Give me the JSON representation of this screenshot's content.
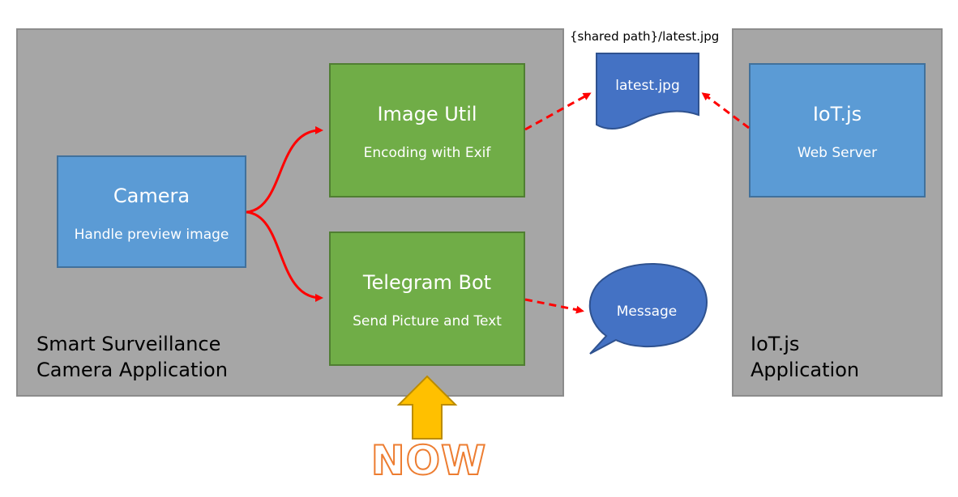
{
  "app_container": {
    "label_line1": "Smart Surveillance",
    "label_line2": "Camera Application"
  },
  "iot_container": {
    "label_line1": "IoT.js",
    "label_line2": "Application"
  },
  "camera": {
    "title": "Camera",
    "subtitle": "Handle preview image"
  },
  "image_util": {
    "title": "Image Util",
    "subtitle": "Encoding with Exif"
  },
  "telegram_bot": {
    "title": "Telegram Bot",
    "subtitle": "Send Picture and Text"
  },
  "iotjs_server": {
    "title": "IoT.js",
    "subtitle": "Web Server"
  },
  "shared_file": {
    "path_label": "{shared path}/latest.jpg",
    "name": "latest.jpg"
  },
  "message": {
    "label": "Message"
  },
  "now_marker": {
    "label": "NOW"
  },
  "colors": {
    "container": "#a6a6a6",
    "blue_box": "#5b9bd5",
    "green_box": "#70ad47",
    "document": "#4472c4",
    "arrow": "#ff0000",
    "now_arrow": "#ffc000",
    "now_text_outline": "#ed7d31"
  },
  "icons": {
    "document_shape": "document-icon",
    "speech_bubble": "speech-bubble-icon",
    "up_arrow": "up-arrow-icon"
  }
}
